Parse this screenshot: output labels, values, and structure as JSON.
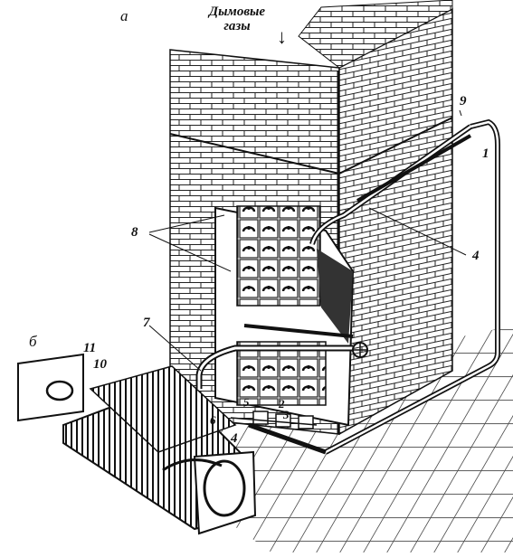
{
  "labels": {
    "panel_a": "а",
    "panel_b": "б",
    "flue_gases_line1": "Дымовые",
    "flue_gases_line2": "газы",
    "n1": "1",
    "n2": "2",
    "n3": "3",
    "n4a": "4",
    "n4b": "4",
    "n5": "5",
    "n6": "6",
    "n7": "7",
    "n8": "8",
    "n9": "9",
    "n10": "10",
    "n11": "11"
  },
  "icons": {
    "down_arrow": "↓"
  }
}
